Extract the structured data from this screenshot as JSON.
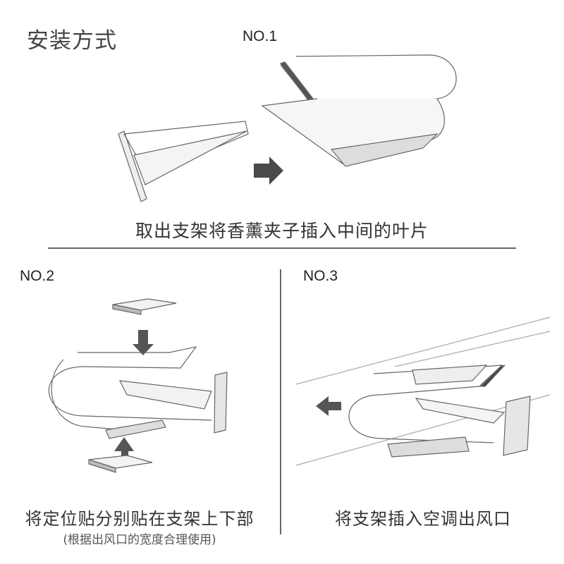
{
  "title": "安装方式",
  "steps": [
    {
      "label": "NO.1",
      "caption": "取出支架将香薰夹子插入中间的叶片"
    },
    {
      "label": "NO.2",
      "caption": "将定位贴分别贴在支架上下部",
      "note": "(根据出风口的宽度合理使用)"
    },
    {
      "label": "NO.3",
      "caption": "将支架插入空调出风口"
    }
  ],
  "colors": {
    "line": "#555555",
    "arrow": "#4a4a4a",
    "divider": "#333333"
  }
}
